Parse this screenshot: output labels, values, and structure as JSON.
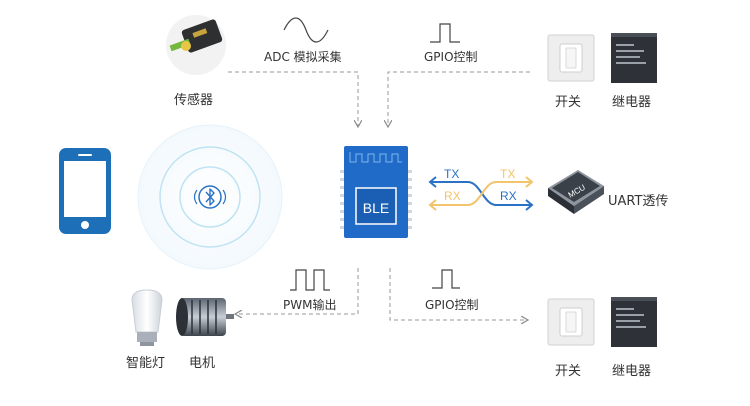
{
  "labels": {
    "sensor": "传感器",
    "adc": "ADC 模拟采集",
    "gpio_top": "GPIO控制",
    "switch_top": "开关",
    "relay_top": "继电器",
    "ble": "BLE",
    "tx_left": "TX",
    "rx_left": "RX",
    "tx_right": "TX",
    "rx_right": "RX",
    "mcu": "MCU",
    "uart": "UART透传",
    "pwm": "PWM输出",
    "gpio_bottom": "GPIO控制",
    "smart_light": "智能灯",
    "motor": "电机",
    "switch_bottom": "开关",
    "relay_bottom": "继电器"
  },
  "icons": {
    "phone": "smartphone-icon",
    "bluetooth": "bluetooth-icon",
    "sensor": "sensor-icon",
    "switch": "switch-icon",
    "relay": "relay-icon",
    "light": "smart-bulb-icon",
    "motor": "motor-icon",
    "chip": "mcu-chip-icon"
  },
  "colors": {
    "brand_blue": "#1d6fb8",
    "signal_blue": "#2a72c4",
    "signal_yellow": "#f2c46b",
    "ring": "#bfe3f3",
    "dash": "#9a9a9a",
    "text": "#333333"
  }
}
